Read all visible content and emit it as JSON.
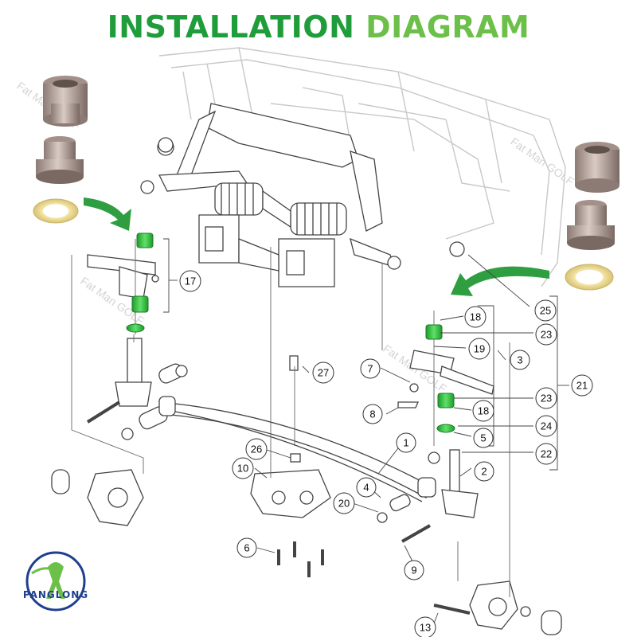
{
  "title": {
    "word1": "INSTALLATION",
    "word2": "DIAGRAM"
  },
  "watermark": "Fat Man GOLF",
  "logo_text": "PANGLONG",
  "colors": {
    "title_dark_green": "#1f9d3a",
    "title_light_green": "#6cc04a",
    "bushing_green": "#2fb83a",
    "arrow_green": "#2e9e40",
    "line": "#444444"
  },
  "callouts": [
    {
      "id": "c17",
      "label": "17"
    },
    {
      "id": "c18a",
      "label": "18"
    },
    {
      "id": "c23a",
      "label": "23"
    },
    {
      "id": "c19",
      "label": "19"
    },
    {
      "id": "c3",
      "label": "3"
    },
    {
      "id": "c7",
      "label": "7"
    },
    {
      "id": "c27",
      "label": "27"
    },
    {
      "id": "c21",
      "label": "21"
    },
    {
      "id": "c25",
      "label": "25"
    },
    {
      "id": "c23b",
      "label": "23"
    },
    {
      "id": "c18b",
      "label": "18"
    },
    {
      "id": "c8",
      "label": "8"
    },
    {
      "id": "c24",
      "label": "24"
    },
    {
      "id": "c5",
      "label": "5"
    },
    {
      "id": "c1",
      "label": "1"
    },
    {
      "id": "c26",
      "label": "26"
    },
    {
      "id": "c22",
      "label": "22"
    },
    {
      "id": "c10",
      "label": "10"
    },
    {
      "id": "c2",
      "label": "2"
    },
    {
      "id": "c4",
      "label": "4"
    },
    {
      "id": "c20",
      "label": "20"
    },
    {
      "id": "c6",
      "label": "6"
    },
    {
      "id": "c9",
      "label": "9"
    },
    {
      "id": "c13",
      "label": "13"
    }
  ]
}
